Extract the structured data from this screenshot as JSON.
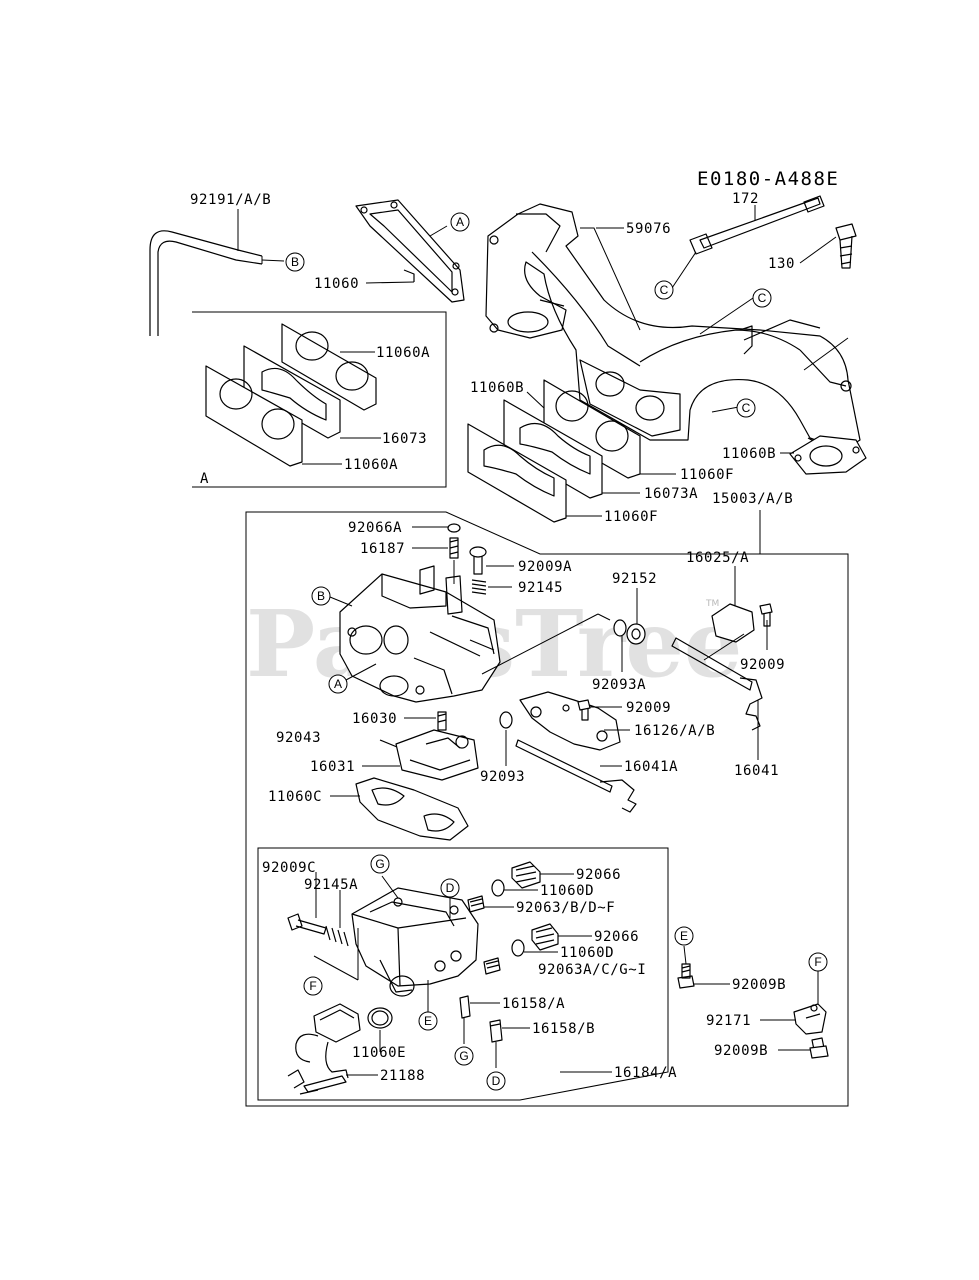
{
  "diagram_code": "E0180-A488E",
  "watermark": {
    "text": "PartsTree",
    "trademark": "TM"
  },
  "inset_box_label": "A",
  "parts": {
    "p172": "172",
    "p92191": "92191/A/B",
    "p59076": "59076",
    "p130": "130",
    "p11060": "11060",
    "p11060A_1": "11060A",
    "p16073": "16073",
    "p11060A_2": "11060A",
    "p11060B_1": "11060B",
    "p11060F_1": "11060F",
    "p11060B_2": "11060B",
    "p16073A": "16073A",
    "p11060F_2": "11060F",
    "p15003": "15003/A/B",
    "p92066A": "92066A",
    "p16187": "16187",
    "p92009A": "92009A",
    "p92145": "92145",
    "p92152": "92152",
    "p16025": "16025/A",
    "p92009_1": "92009",
    "p92093A": "92093A",
    "p92009_2": "92009",
    "p16126": "16126/A/B",
    "p16030": "16030",
    "p92043": "92043",
    "p16031": "16031",
    "p92093": "92093",
    "p16041A": "16041A",
    "p16041": "16041",
    "p11060C": "11060C",
    "p92009C": "92009C",
    "p92145A": "92145A",
    "p92066_1": "92066",
    "p11060D_1": "11060D",
    "p92063": "92063/B/D~F",
    "p92066_2": "92066",
    "p11060D_2": "11060D",
    "p92063A": "92063A/C/G~I",
    "p92009B_1": "92009B",
    "p16158A": "16158/A",
    "p16158B": "16158/B",
    "p92171": "92171",
    "p92009B_2": "92009B",
    "p11060E": "11060E",
    "p21188": "21188",
    "p16184": "16184/A"
  },
  "callouts": {
    "c_A1": "A",
    "c_B1": "B",
    "c_C1": "C",
    "c_C2": "C",
    "c_C3": "C",
    "c_B2": "B",
    "c_A2": "A",
    "c_G1": "G",
    "c_D1": "D",
    "c_F1": "F",
    "c_E1": "E",
    "c_E2": "E",
    "c_F2": "F",
    "c_G2": "G",
    "c_D2": "D"
  },
  "colors": {
    "line": "#000000",
    "background": "#ffffff",
    "watermark": "#c9c9c9"
  }
}
